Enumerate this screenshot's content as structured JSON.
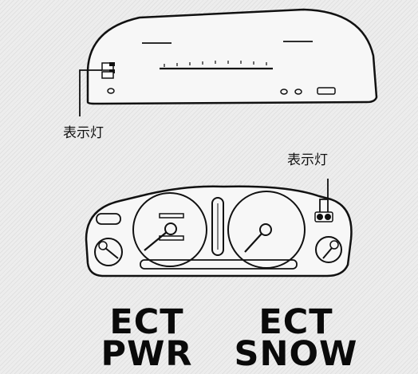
{
  "labels": {
    "indicator_top": "表示灯",
    "indicator_bottom": "表示灯"
  },
  "modes": [
    {
      "line1": "ECT",
      "line2": "PWR"
    },
    {
      "line1": "ECT",
      "line2": "SNOW"
    }
  ],
  "colors": {
    "line": "#111111",
    "panel": "#f7f7f7"
  }
}
